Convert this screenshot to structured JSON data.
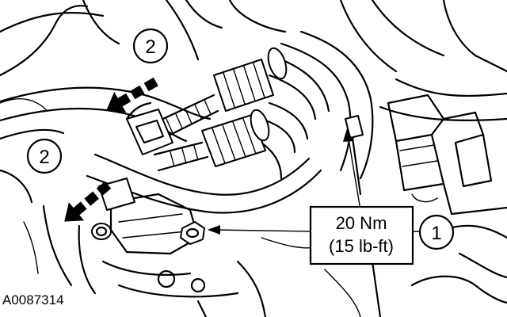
{
  "figure_id": "A0087314",
  "callouts": [
    {
      "number": "1"
    },
    {
      "number": "2"
    },
    {
      "number": "2"
    }
  ],
  "torque_spec": {
    "line1": "20 Nm",
    "line2": "(15 lb-ft)"
  },
  "icons": {
    "direction_arrow": "dashed-direction-arrow-icon",
    "leader": "leader-arrow-icon",
    "bolt": "bolt-icon"
  }
}
